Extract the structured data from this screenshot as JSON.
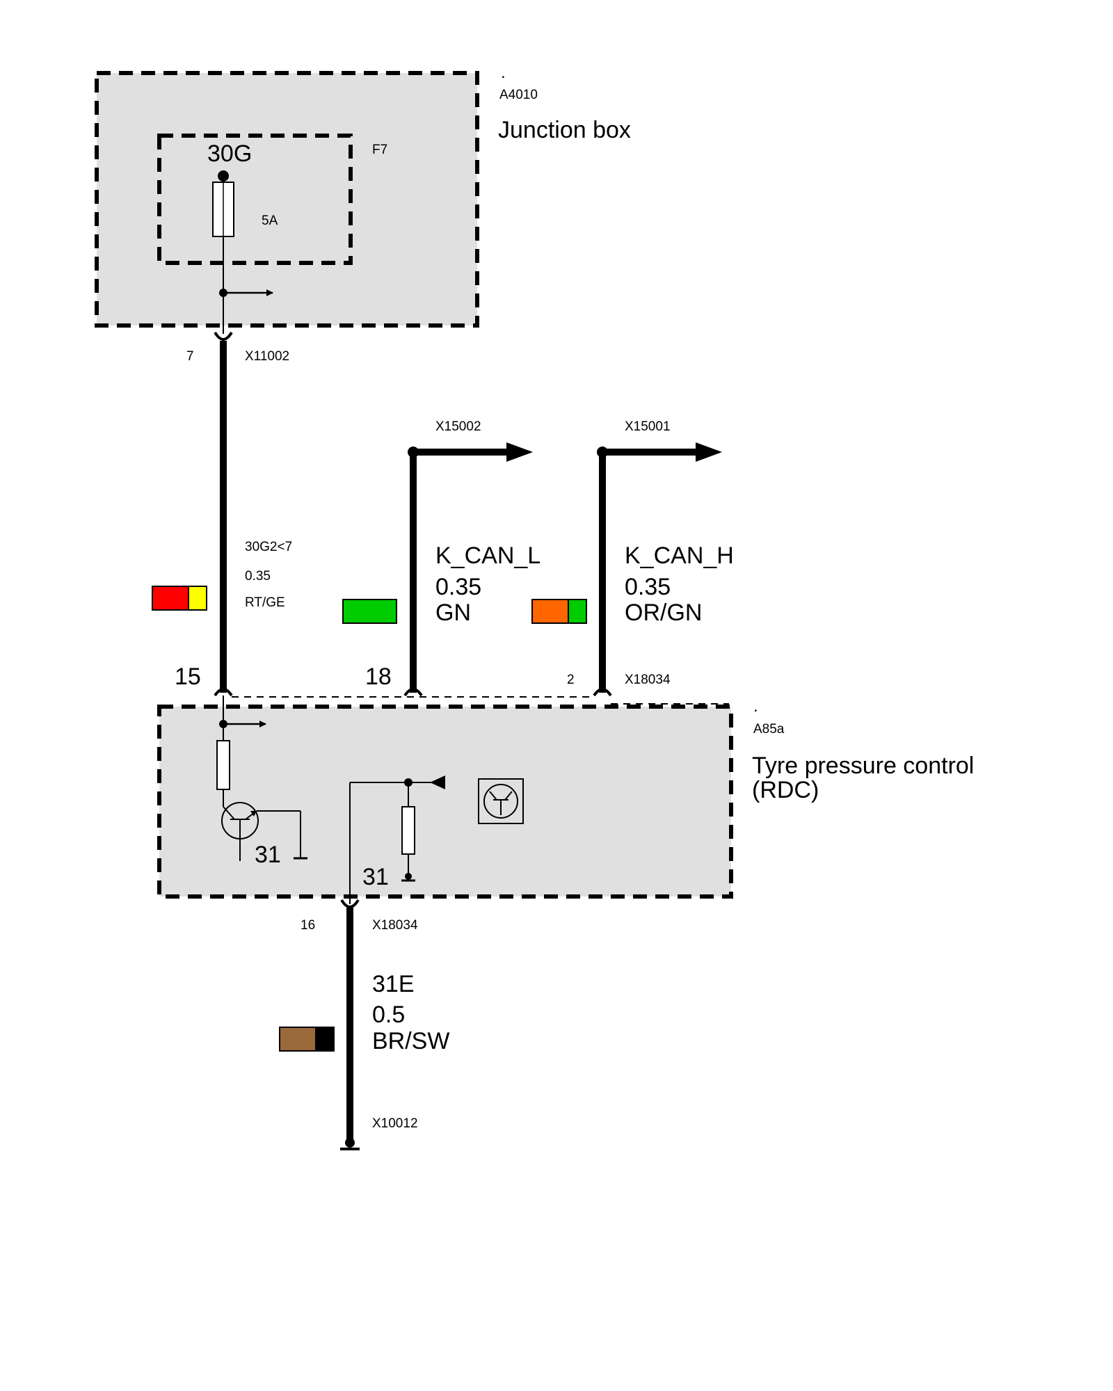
{
  "junction_box": {
    "dot": ".",
    "id": "A4010",
    "name": "Junction box",
    "fuse": {
      "terminal": "30G",
      "id": "F7",
      "rating": "5A"
    }
  },
  "connector_top": {
    "pin": "7",
    "id": "X11002"
  },
  "wire_30g": {
    "name": "30G2<7",
    "size": "0.35",
    "color_code": "RT/GE",
    "colors": [
      "#ff0000",
      "#ffff00"
    ]
  },
  "can_low": {
    "connector": "X15002",
    "name": "K_CAN_L",
    "size": "0.35",
    "color_code": "GN",
    "colors": [
      "#00cc00"
    ]
  },
  "can_high": {
    "connector": "X15001",
    "name": "K_CAN_H",
    "size": "0.35",
    "color_code": "OR/GN",
    "colors": [
      "#ff6600",
      "#00cc00"
    ]
  },
  "rdc_pins": {
    "pin_15": "15",
    "pin_18": "18",
    "pin_2": "2",
    "connector": "X18034"
  },
  "rdc_module": {
    "dot": ".",
    "id": "A85a",
    "name_line1": "Tyre pressure control",
    "name_line2": "(RDC)",
    "ground_1": "31",
    "ground_2": "31"
  },
  "connector_bottom": {
    "pin": "16",
    "id": "X18034"
  },
  "wire_31e": {
    "name": "31E",
    "size": "0.5",
    "color_code": "BR/SW",
    "colors": [
      "#9a6a3a",
      "#000000"
    ]
  },
  "ground_point": {
    "id": "X10012"
  },
  "colors": {
    "module_fill": "#e0e0e0",
    "line": "#000000"
  }
}
